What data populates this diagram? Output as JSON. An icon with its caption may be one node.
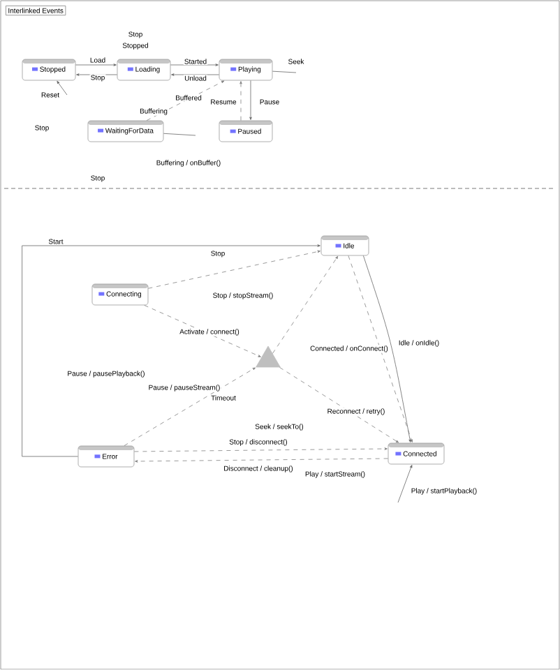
{
  "diagram": {
    "title": "Interlinked Events",
    "nodes": [
      {
        "text": [
          "Stopped"
        ]
      },
      {
        "text": [
          "Loading"
        ]
      },
      {
        "text": [
          "Playing"
        ]
      },
      {
        "text": [
          "WaitingForData"
        ]
      },
      {
        "text": [
          "Paused"
        ]
      },
      {
        "text": [
          "Idle"
        ]
      },
      {
        "text": [
          "Connecting"
        ]
      },
      {
        "text": [],
        "shape": "triangle"
      },
      {
        "text": [
          "Error"
        ]
      },
      {
        "text": [
          "Connected"
        ]
      }
    ],
    "edges": [
      {
        "from": 0,
        "to": 1,
        "arrow": "to",
        "label": "Load"
      },
      {
        "from": 1,
        "to": 0,
        "arrow": "to",
        "label": "Stop"
      },
      {
        "from": 1,
        "to": 2,
        "arrow": "to",
        "label": "Started"
      },
      {
        "from": 2,
        "to": 1,
        "arrow": "to",
        "label": "Unload"
      },
      {
        "from": 2,
        "to": 4,
        "arrow": "to",
        "label": "Pause"
      },
      {
        "from": 4,
        "to": 2,
        "arrow": "to",
        "label": "Resume",
        "style": "dashed"
      },
      {
        "from": 3,
        "to": 2,
        "arrow": "to",
        "label": "Buffered",
        "style": "dashed"
      },
      {
        "from": null,
        "to": 0,
        "arrow": "to",
        "label": "Reset"
      },
      {
        "from": 2,
        "to": null,
        "arrow": "none",
        "label": "Seek"
      },
      {
        "from": 3,
        "to": null,
        "arrow": "none"
      },
      {
        "from": 8,
        "to": 5,
        "arrow": "to",
        "label": "Start"
      },
      {
        "from": 6,
        "to": 5,
        "arrow": "to",
        "label": "Stop",
        "style": "dashed"
      },
      {
        "from": 6,
        "to": 7,
        "arrow": "to",
        "label": "Activate / connect()",
        "style": "dashed"
      },
      {
        "from": 7,
        "to": 5,
        "arrow": "to",
        "style": "dashed"
      },
      {
        "from": 5,
        "to": 9,
        "arrow": "to",
        "style": "dashed"
      },
      {
        "from": 7,
        "to": 9,
        "arrow": "to",
        "label": "Reconnect / retry()",
        "style": "dashed"
      },
      {
        "from": 8,
        "to": 7,
        "arrow": "to",
        "label": "Timeout",
        "style": "dashed"
      },
      {
        "from": 9,
        "to": 8,
        "arrow": "to",
        "label": "Disconnect / cleanup()",
        "style": "dashed"
      },
      {
        "from": 8,
        "to": 9,
        "arrow": "to",
        "label": "Stop / disconnect()",
        "style": "dashed"
      },
      {
        "from": 5,
        "to": 9,
        "arrow": "to",
        "label": "Idle / onIdle()"
      },
      {
        "from": null,
        "to": 9,
        "arrow": "to",
        "label": "Play / startPlayback()"
      }
    ],
    "labels": [
      "Stop",
      "Stopped",
      "Stop",
      "Buffering",
      "Stop",
      "Buffering / onBuffer()",
      "Stop / stopStream()",
      "Pause / pausePlayback()",
      "Pause / pauseStream()",
      "Play / startStream()",
      "Connected / onConnect()",
      "Seek / seekTo()"
    ]
  }
}
